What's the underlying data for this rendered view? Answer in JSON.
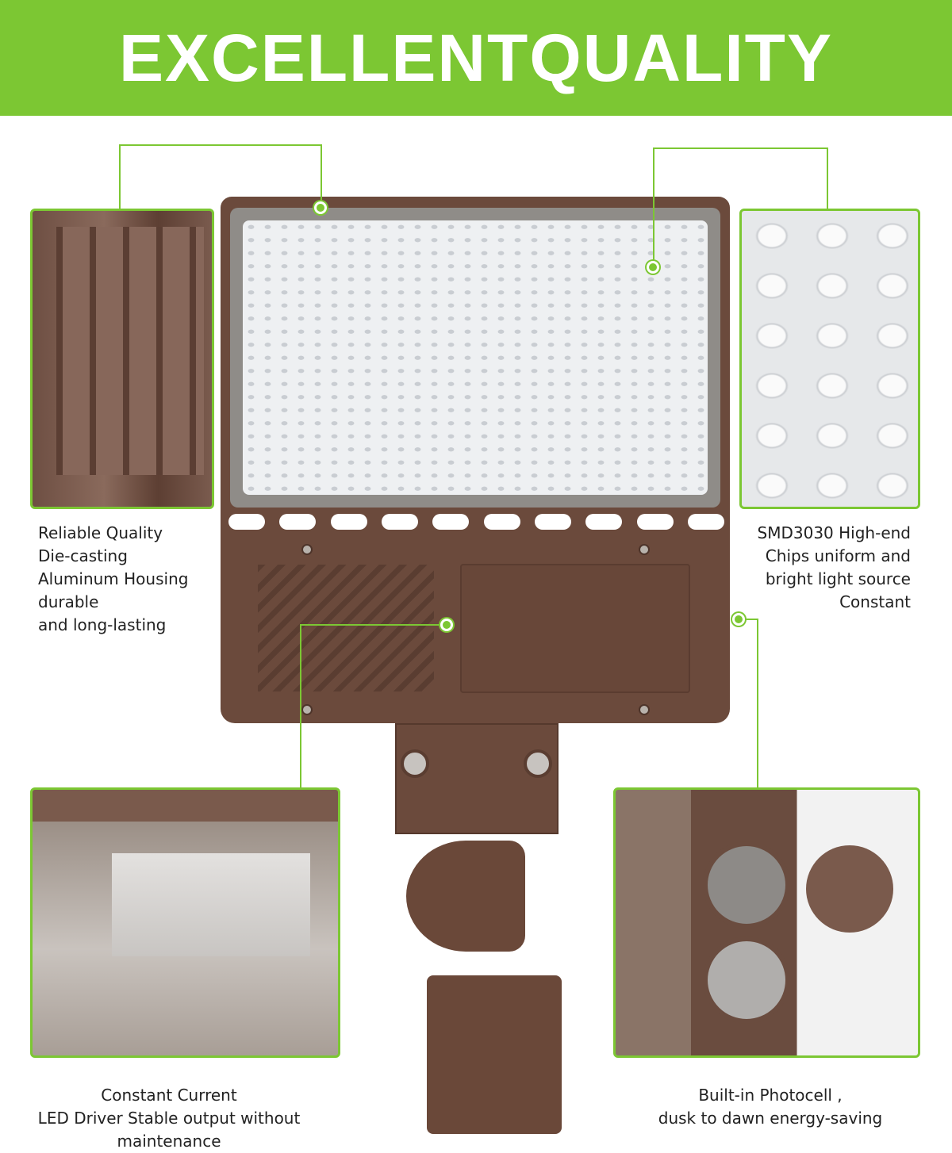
{
  "header": {
    "title": "EXCELLENTQUALITY"
  },
  "colors": {
    "accent": "#7cc733",
    "housing": "#6b4a3c"
  },
  "features": [
    {
      "id": "housing",
      "lines": [
        "Reliable Quality",
        "Die-casting",
        "Aluminum Housing",
        "durable",
        "and long-lasting"
      ]
    },
    {
      "id": "chips",
      "lines": [
        "SMD3030 High-end",
        "Chips uniform and",
        "bright light source",
        "Constant"
      ]
    },
    {
      "id": "driver",
      "lines": [
        "Constant Current",
        "LED Driver Stable output without",
        "maintenance"
      ]
    },
    {
      "id": "photocell",
      "lines": [
        "Built-in Photocell ,",
        "dusk to dawn energy-saving"
      ]
    }
  ]
}
